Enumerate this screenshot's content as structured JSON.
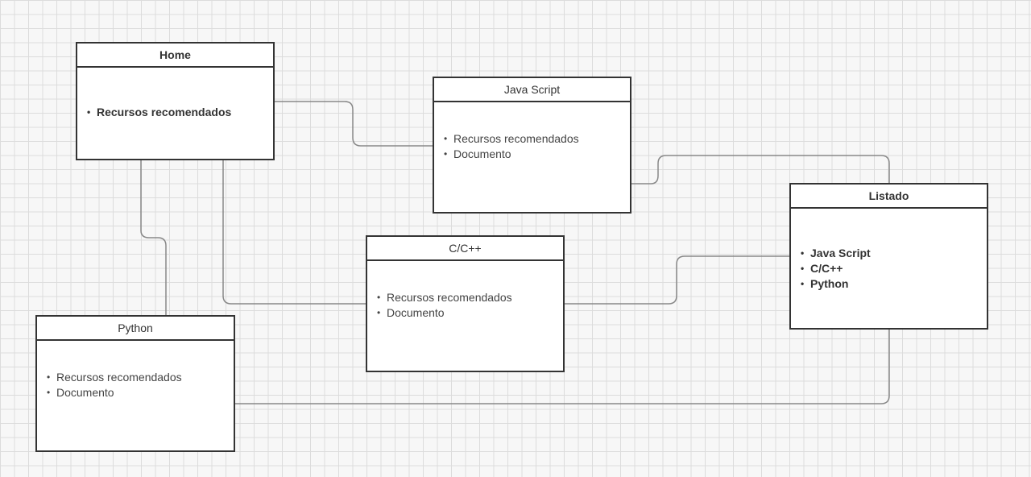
{
  "diagram": {
    "line_color": "#888888",
    "grid_color": "#dcdcdc",
    "boxes": {
      "home": {
        "title": "Home",
        "items": [
          "Recursos recomendados"
        ]
      },
      "javascript": {
        "title": "Java Script",
        "items": [
          "Recursos recomendados",
          "Documento"
        ]
      },
      "listado": {
        "title": "Listado",
        "items": [
          "Java Script",
          "C/C++",
          "Python"
        ]
      },
      "cpp": {
        "title": "C/C++",
        "items": [
          "Recursos recomendados",
          "Documento"
        ]
      },
      "python": {
        "title": "Python",
        "items": [
          "Recursos recomendados",
          "Documento"
        ]
      }
    },
    "connectors": [
      {
        "from": "Home",
        "to": "Java Script"
      },
      {
        "from": "Home",
        "to": "Python"
      },
      {
        "from": "Home",
        "to": "C/C++"
      },
      {
        "from": "Java Script",
        "to": "Listado"
      },
      {
        "from": "C/C++",
        "to": "Listado"
      },
      {
        "from": "Python",
        "to": "Listado"
      }
    ]
  }
}
